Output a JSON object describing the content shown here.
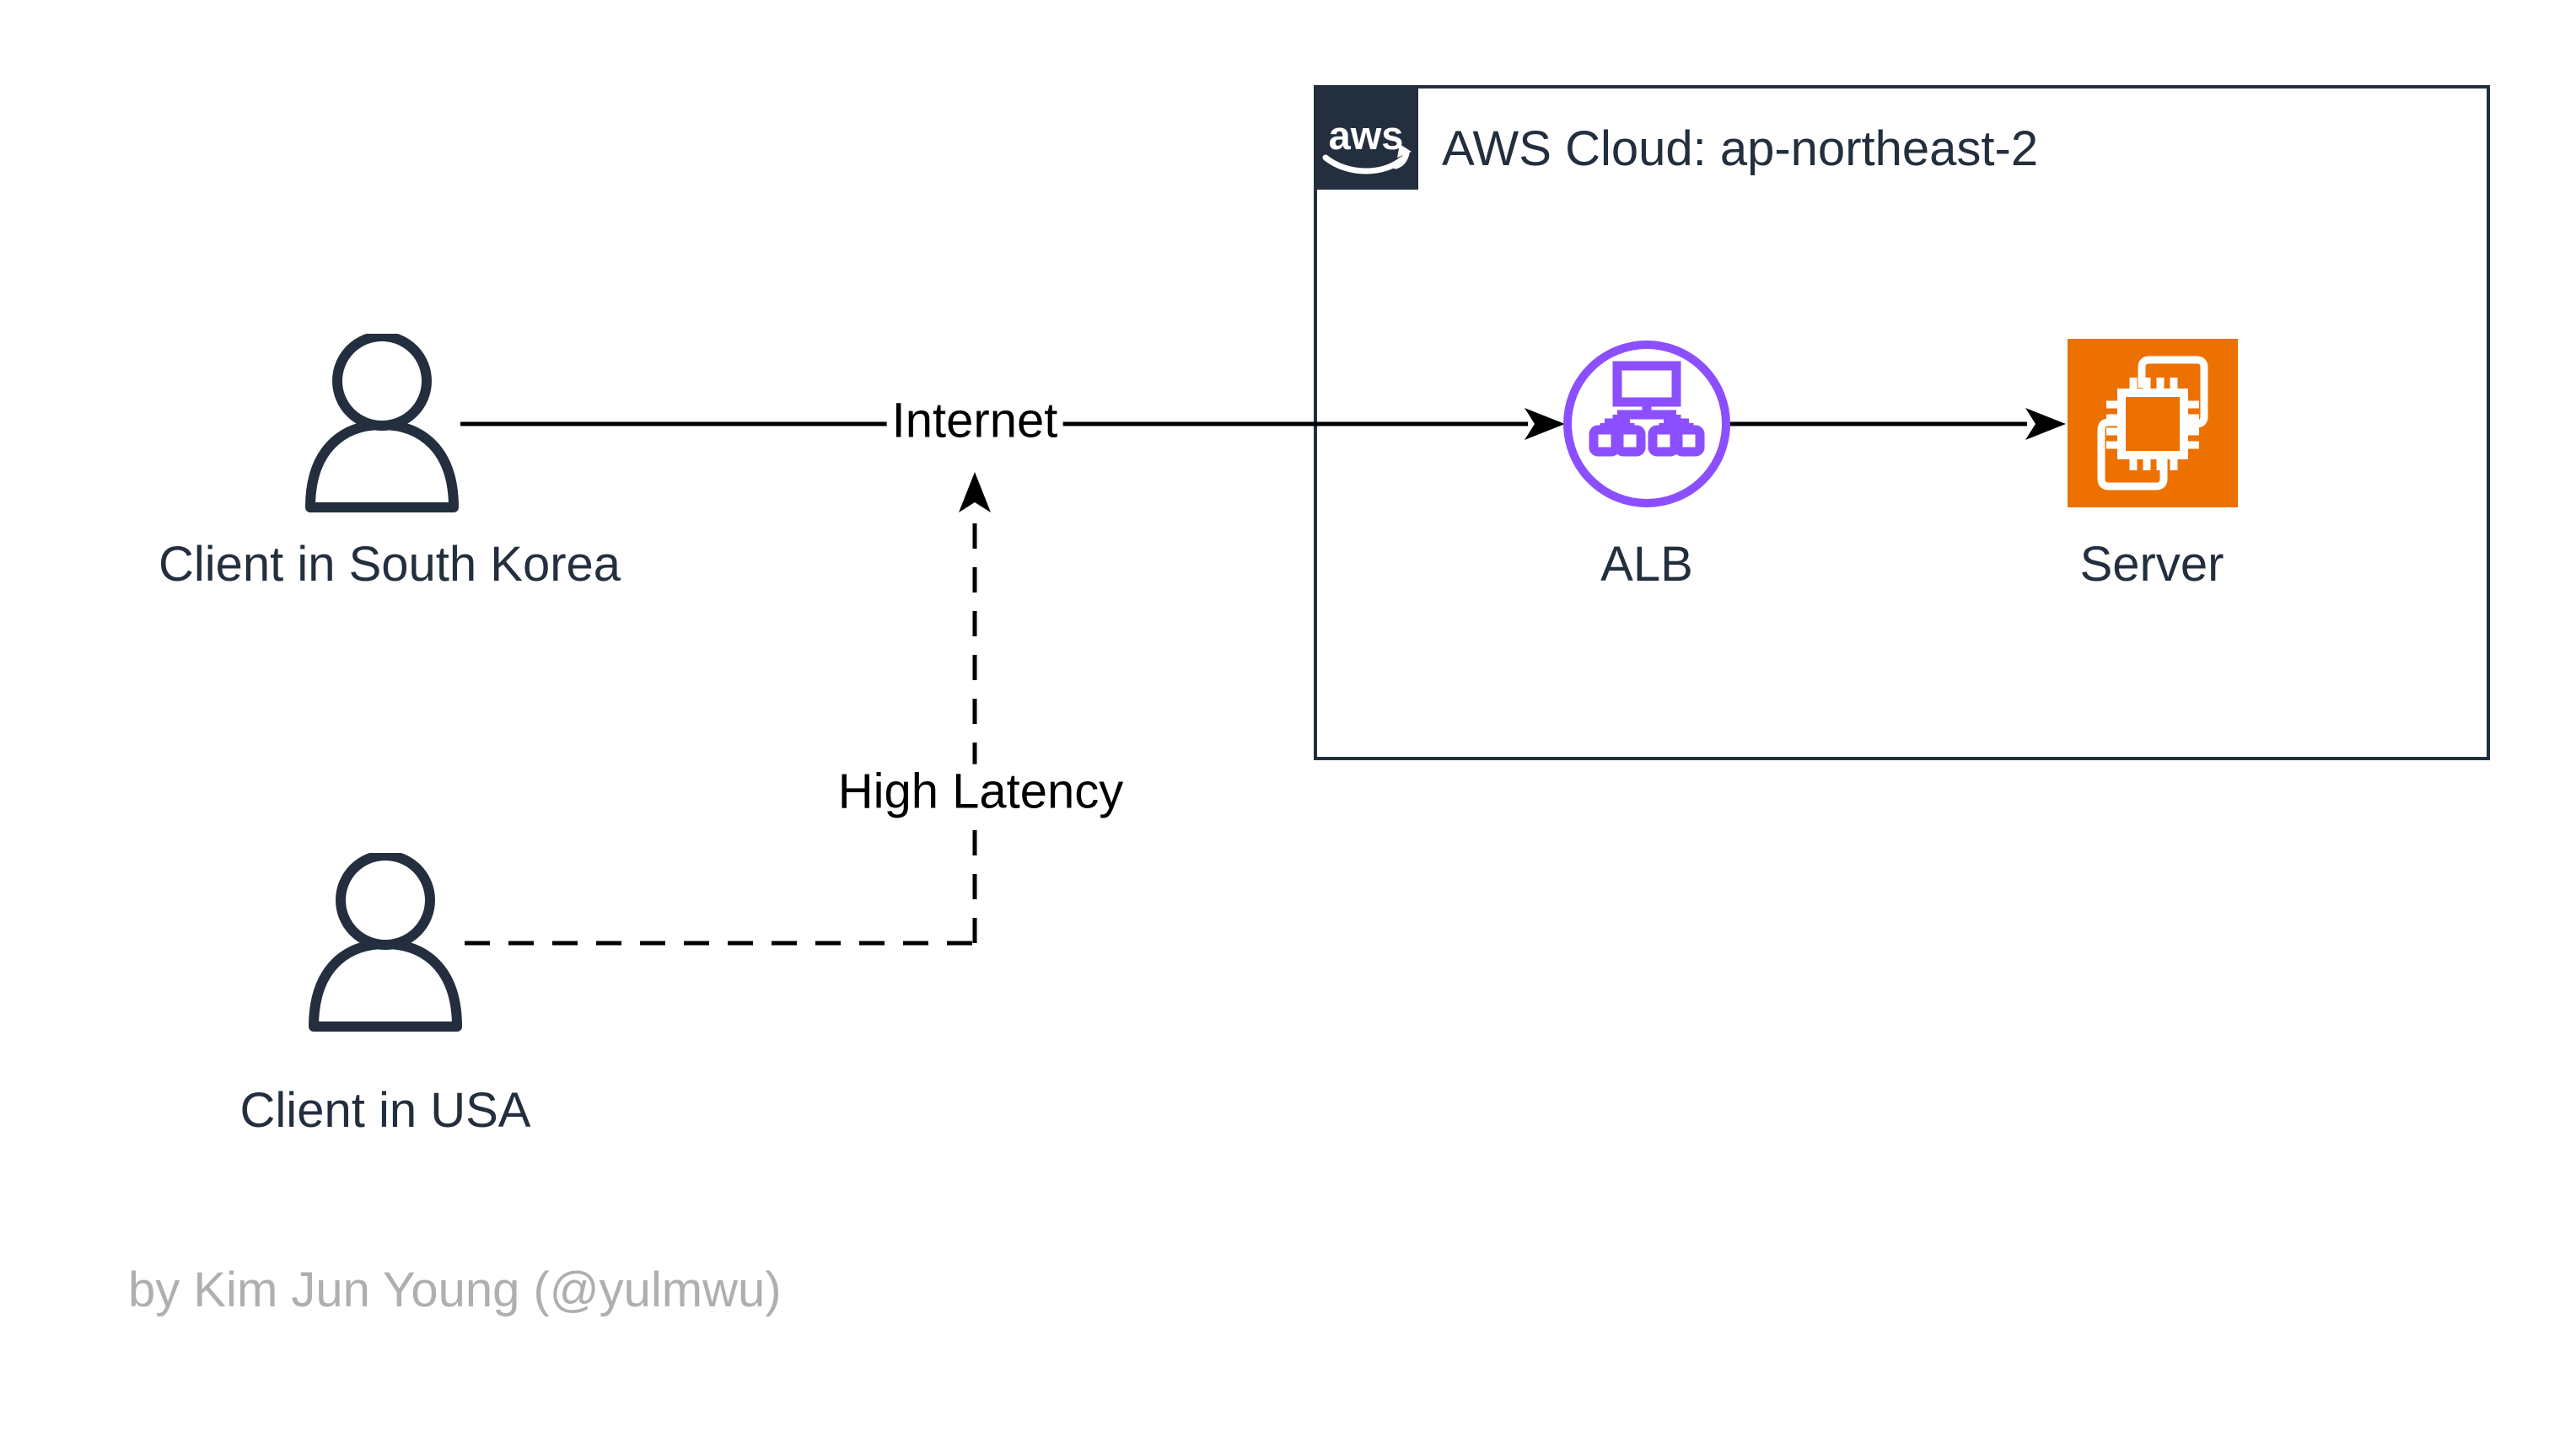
{
  "diagram": {
    "cloud": {
      "title": "AWS Cloud: ap-northeast-2",
      "logo_text": "aws"
    },
    "nodes": {
      "client_kr": {
        "label": "Client in South Korea"
      },
      "client_us": {
        "label": "Client in USA"
      },
      "alb": {
        "label": "ALB"
      },
      "server": {
        "label": "Server"
      }
    },
    "edges": {
      "internet_label": "Internet",
      "high_latency_label": "High Latency"
    },
    "attribution": "by Kim Jun Young (@yulmwu)"
  },
  "icons": {
    "aws_logo": "aws-smile-logo-icon",
    "alb": "load-balancer-icon",
    "server": "server-chip-icon",
    "client": "person-icon"
  },
  "colors": {
    "dark_navy": "#232F3E",
    "alb_purple": "#8C4FFF",
    "server_orange": "#ED7100",
    "line_black": "#000000",
    "attribution_gray": "#AFAFAF",
    "background": "#FFFFFF"
  }
}
